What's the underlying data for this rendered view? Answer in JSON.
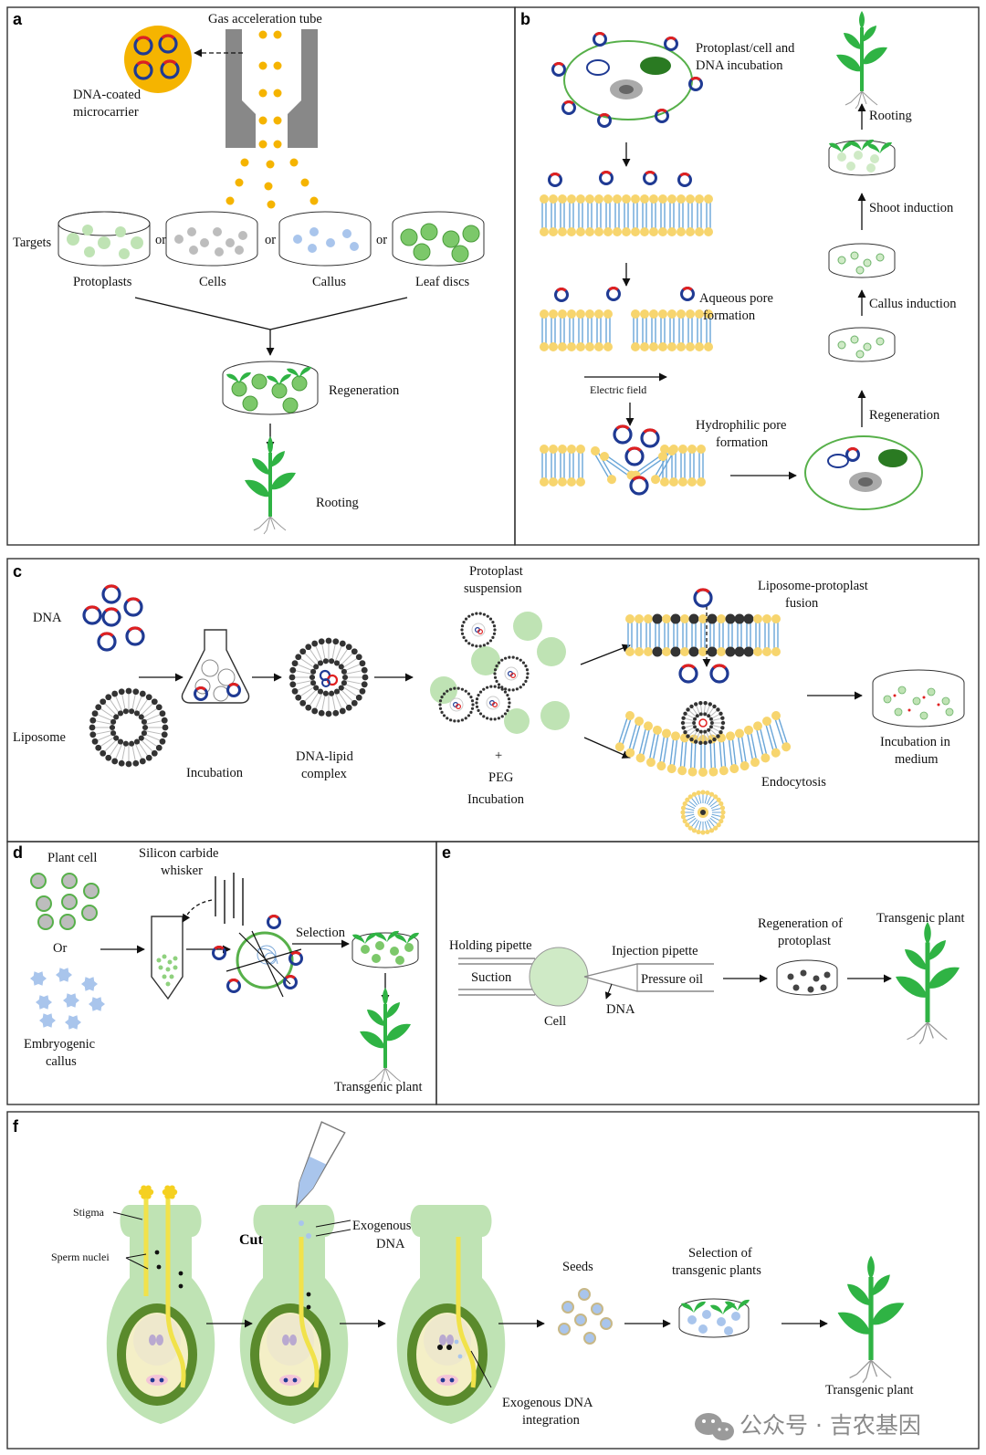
{
  "panels": {
    "a": {
      "letter": "a",
      "gas_tube": "Gas acceleration tube",
      "microcarrier": [
        "DNA-coated",
        "microcarrier"
      ],
      "targets": "Targets",
      "or": "or",
      "protoplasts": "Protoplasts",
      "cells": "Cells",
      "callus": "Callus",
      "leaf_discs": "Leaf discs",
      "regeneration": "Regeneration",
      "rooting": "Rooting"
    },
    "b": {
      "letter": "b",
      "incubation": [
        "Protoplast/cell and",
        "DNA incubation"
      ],
      "aqueous": [
        "Aqueous pore",
        "formation"
      ],
      "electric": "Electric field",
      "hydrophilic": [
        "Hydrophilic pore",
        "formation"
      ],
      "regeneration": "Regeneration",
      "callus_ind": "Callus induction",
      "shoot_ind": "Shoot induction",
      "rooting": "Rooting"
    },
    "c": {
      "letter": "c",
      "dna": "DNA",
      "liposome": "Liposome",
      "incubation": "Incubation",
      "complex": [
        "DNA-lipid",
        "complex"
      ],
      "suspension": [
        "Protoplast",
        "suspension"
      ],
      "plus": "+",
      "peg": "PEG",
      "incubation2": "Incubation",
      "fusion": [
        "Liposome-protoplast",
        "fusion"
      ],
      "endocytosis": "Endocytosis",
      "medium": [
        "Incubation in",
        "medium"
      ]
    },
    "d": {
      "letter": "d",
      "plant_cell": "Plant cell",
      "or": "Or",
      "embryo": [
        "Embryogenic",
        "callus"
      ],
      "whisker": [
        "Silicon carbide",
        "whisker"
      ],
      "selection": "Selection",
      "transgenic": "Transgenic plant"
    },
    "e": {
      "letter": "e",
      "holding": "Holding pipette",
      "suction": "Suction",
      "cell": "Cell",
      "injection": "Injection pipette",
      "pressure": "Pressure oil",
      "dna": "DNA",
      "regen": [
        "Regeneration of",
        "protoplast"
      ],
      "transgenic": "Transgenic plant"
    },
    "f": {
      "letter": "f",
      "stigma": "Stigma",
      "sperm": "Sperm nuclei",
      "cut": "Cut",
      "exo": [
        "Exogenous",
        "DNA"
      ],
      "seeds": "Seeds",
      "selection": [
        "Selection of",
        "transgenic plants"
      ],
      "integration": [
        "Exogenous DNA",
        "integration"
      ],
      "transgenic": "Transgenic plant"
    }
  },
  "watermark": "公众号 · 吉农基因",
  "colors": {
    "plasmid_blue": "#1f3a93",
    "plasmid_red": "#e02020",
    "lipid_head": "#f7d56e",
    "lipid_tail": "#6aa6d8",
    "cell_green": "#bfe3b4",
    "leaf_green": "#2fb344",
    "microcarrier": "#f5b400"
  }
}
